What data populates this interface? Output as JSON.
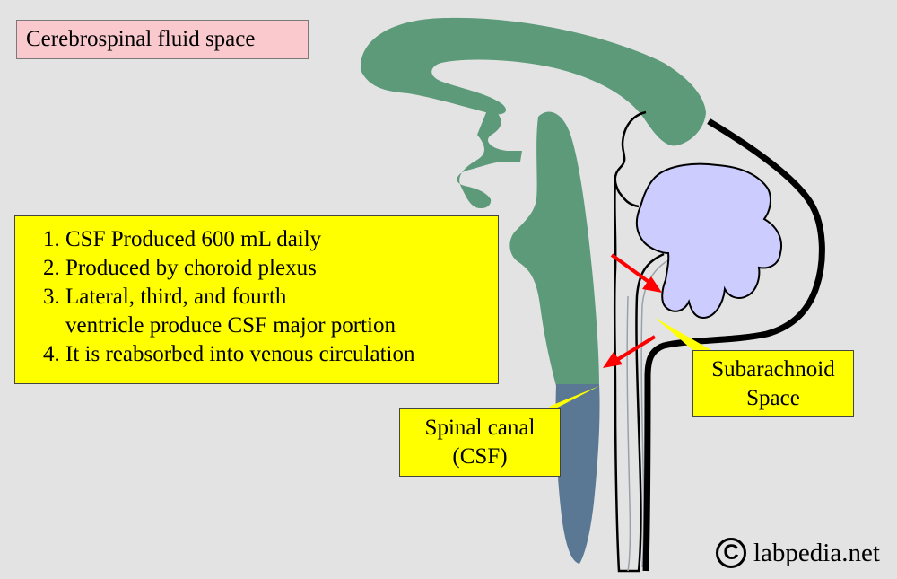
{
  "title": "Cerebrospinal fluid space",
  "info": {
    "items": [
      "CSF Produced 600 mL daily",
      "Produced by choroid plexus",
      "Lateral, third, and fourth",
      "It is reabsorbed into venous circulation"
    ],
    "item3_continuation": "ventricle produce CSF major portion"
  },
  "callouts": {
    "subarachnoid": [
      "Subarachnoid",
      "Space"
    ],
    "spinal_canal": [
      "Spinal canal",
      "(CSF)"
    ]
  },
  "copyright": {
    "symbol": "C",
    "text": "labpedia.net"
  },
  "colors": {
    "background": "#e3e3e3",
    "ventricle": "#5c9a7a",
    "spinal_canal": "#5a7894",
    "cerebellum": "#ccccff",
    "callout": "#ffff00",
    "title_box": "#f9c9cd",
    "arrow": "#ff0000"
  }
}
